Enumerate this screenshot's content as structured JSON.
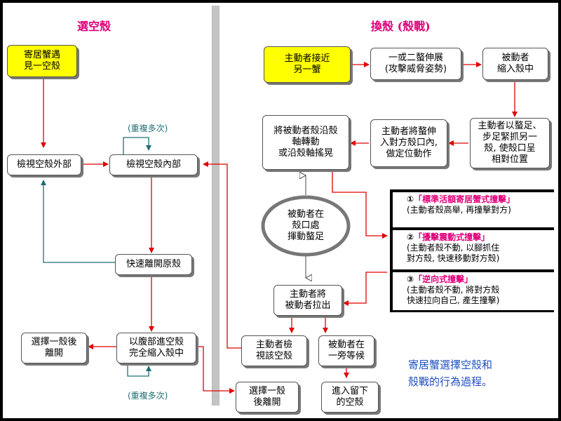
{
  "headings": {
    "left": "選空殼",
    "right": "換殼 (殼戰)"
  },
  "left_flow": {
    "encounter": "寄居蟹遇\n見一空殼",
    "inspect_outside": "檢視空殼外部",
    "inspect_inside": "檢視空殼內部",
    "repeat_top": "(重複多次)",
    "leave_quickly": "快速離開原殼",
    "abdomen_enter": "以腹部進空殼\n完全縮入殼中",
    "repeat_bottom": "(重複多次)",
    "choose_shell_leave": "選擇一殼後\n離開"
  },
  "right_flow": {
    "approach": "主動者接近\n另一蟹",
    "threat": "一或二螯伸展\n(攻擊威脅姿勢)",
    "retract": "被動者\n縮入殼中",
    "grip": "主動者以螯足、\n步足緊抓另一\n殼, 使殼口呈\n相對位置",
    "reach_in": "主動者將螯伸\n入對方殼口內,\n做定位動作",
    "rotate": "將被動者殼沿殼\n軸轉動\n或沿殼軸搖晃",
    "passive_wave": "被動者在\n殼口處\n揮動螯足",
    "pull_out": "主動者將\n被動者拉出",
    "inspect_shell": "主動者檢\n視該空殼",
    "wait_aside": "被動者在\n一旁等候",
    "leave_chosen": "選擇一殼\n後離開",
    "enter_left": "進入留下\n的空殼"
  },
  "attack_panel": {
    "items": [
      {
        "num": "①",
        "title": "「標準活額寄居蟹式撞擊」",
        "desc": "(主動者殼高舉, 再撞擊對方)"
      },
      {
        "num": "②",
        "title": "「擾擊震動式撞擊」",
        "desc": "(主動者殼不動, 以腳抓住\n對方殼, 快速移動對方殼)"
      },
      {
        "num": "③",
        "title": "「逆向式撞擊」",
        "desc": "(主動者殼不動, 將對方殼\n快速拉向自己, 產生撞擊)"
      }
    ]
  },
  "caption": "寄居蟹選擇空殼和\n殼戰的行為過程。",
  "colors": {
    "arrow_red": "#e00000",
    "arrow_teal": "#1f6f73",
    "highlight_yellow": "#ffff00",
    "heading_pink": "#e0007a",
    "caption_blue": "#1d4fbf"
  }
}
